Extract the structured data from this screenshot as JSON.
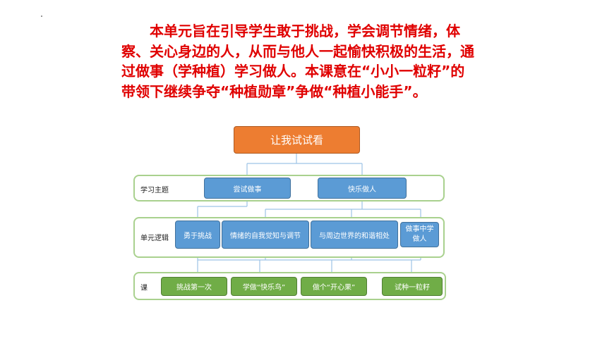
{
  "intro_text": "本单元旨在引导学生敢于挑战，学会调节情绪，体察、关心身边的人，从而与他人一起愉快积极的生活，通过做事（学种植）学习做人。本课意在“小小一粒籽”的带领下继续争夺“种植勋章”争做“种植小能手”。",
  "diagram": {
    "root": "让我试试看",
    "rows": [
      {
        "label": "学习主题",
        "items": [
          "尝试做事",
          "快乐做人"
        ]
      },
      {
        "label": "单元逻辑",
        "items": [
          "勇于挑战",
          "情绪的自我觉知与调节",
          "与周边世界的和谐相处",
          "做事中学做人"
        ]
      },
      {
        "label": "课",
        "items": [
          "挑战第一次",
          "学做“快乐鸟”",
          "做个“开心果”",
          "试种一粒籽"
        ]
      }
    ]
  },
  "colors": {
    "intro_text": "#e00000",
    "root_box": "#ed7d31",
    "theme_box": "#5b9bd5",
    "lesson_box": "#70ad47",
    "row_frame": "#a9d18e",
    "connector": "#9dc3e6"
  }
}
